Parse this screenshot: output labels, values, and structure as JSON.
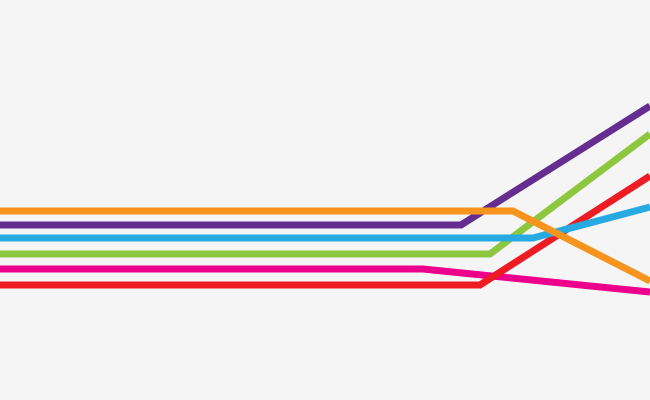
{
  "background": "#f5f5f5",
  "lines": [
    {
      "name": "pink-line",
      "color": "#ec008c"
    },
    {
      "name": "red-line",
      "color": "#ed1c24"
    },
    {
      "name": "green-line",
      "color": "#8dc63f"
    },
    {
      "name": "blue-line",
      "color": "#27aae1"
    },
    {
      "name": "purple-line",
      "color": "#662d91"
    },
    {
      "name": "orange-line",
      "color": "#f7941d"
    }
  ]
}
